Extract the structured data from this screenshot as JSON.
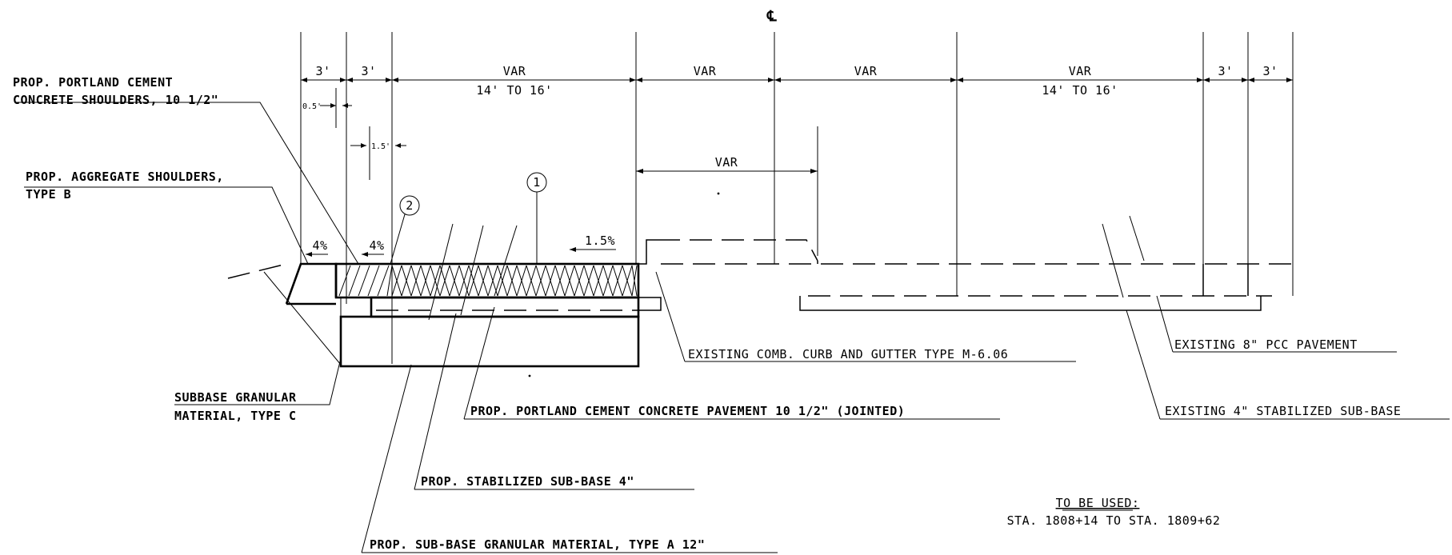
{
  "centerline": {
    "symbol": "℄"
  },
  "dimensions": {
    "top_left_3a": "3'",
    "top_left_3b": "3'",
    "var_lane_left": "VAR",
    "var_lane_left_range": "14'  TO 16'",
    "var_center_left": "VAR",
    "var_center_right": "VAR",
    "var_lane_right": "VAR",
    "var_lane_right_range": "14'  TO 16'",
    "top_right_3a": "3'",
    "top_right_3b": "3'",
    "offset_05": "0.5'",
    "offset_15": "1.5'",
    "var_curb": "VAR"
  },
  "slopes": {
    "shoulder_1": "4%",
    "shoulder_2": "4%",
    "pavement": "1.5%"
  },
  "callouts": {
    "circle_1": "1",
    "circle_2": "2"
  },
  "labels": {
    "pcc_shoulders_line1": "PROP. PORTLAND CEMENT",
    "pcc_shoulders_line2": "CONCRETE SHOULDERS, 10 1/2\"",
    "agg_shoulders_line1": "PROP. AGGREGATE SHOULDERS,",
    "agg_shoulders_line2": "TYPE B",
    "subbase_c_line1": "SUBBASE GRANULAR",
    "subbase_c_line2": "MATERIAL, TYPE C",
    "existing_curb": "EXISTING COMB. CURB AND GUTTER TYPE M-6.06",
    "existing_pcc": "EXISTING 8\" PCC PAVEMENT",
    "existing_stabilized": "EXISTING 4\" STABILIZED SUB-BASE",
    "prop_pcc_pavement": "PROP. PORTLAND CEMENT CONCRETE PAVEMENT 10 1/2\" (JOINTED)",
    "prop_stabilized": "PROP. STABILIZED SUB-BASE 4\"",
    "prop_subbase_a": "PROP. SUB-BASE GRANULAR MATERIAL, TYPE A 12\""
  },
  "note": {
    "heading": "TO BE USED:",
    "stations": "STA. 1808+14 TO STA. 1809+62"
  }
}
